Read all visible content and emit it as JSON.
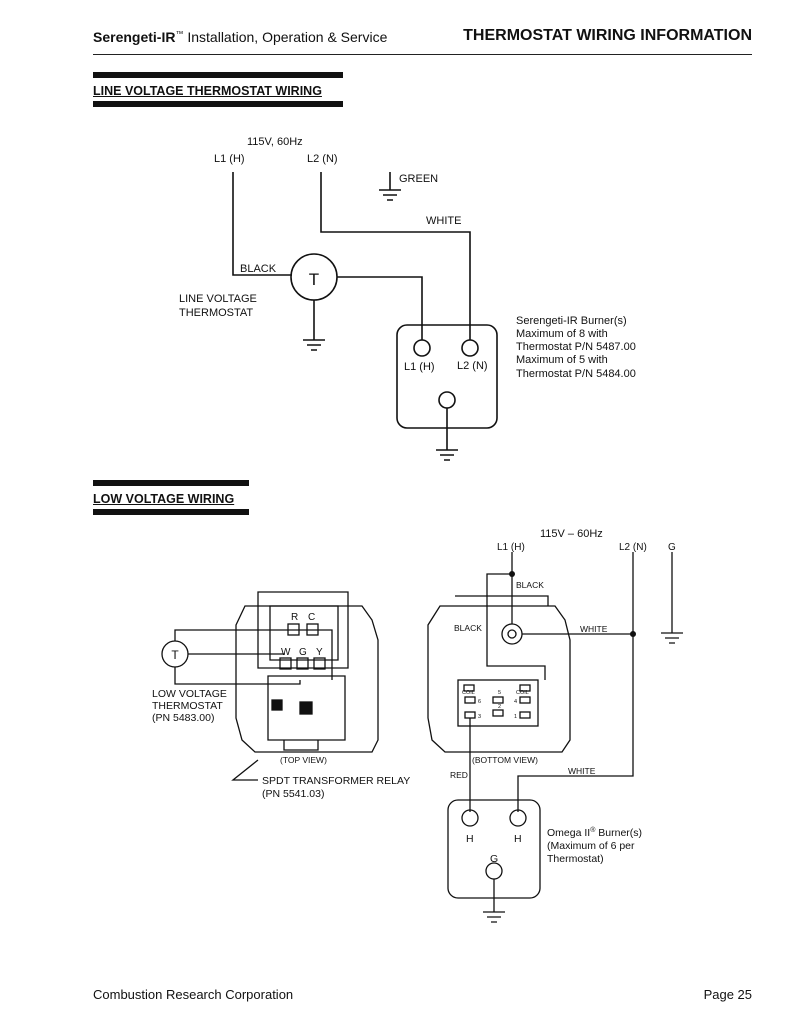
{
  "header": {
    "brand": "Serengeti-IR",
    "tm": "™",
    "subtitle": " Installation, Operation & Service",
    "section": "THERMOSTAT WIRING INFORMATION"
  },
  "line_voltage": {
    "title": "LINE VOLTAGE THERMOSTAT WIRING",
    "supply": "115V, 60Hz",
    "l1": "L1 (H)",
    "l2": "L2 (N)",
    "green": "GREEN",
    "white": "WHITE",
    "black": "BLACK",
    "t": "T",
    "thermostat_label_1": "LINE VOLTAGE",
    "thermostat_label_2": "THERMOSTAT",
    "burner_l1": "L1 (H)",
    "burner_l2": "L2 (N)",
    "burner_note": [
      "Serengeti-IR Burner(s)",
      "Maximum of 8 with",
      "Thermostat P/N 5487.00",
      "Maximum of 5 with",
      "Thermostat P/N 5484.00"
    ]
  },
  "low_voltage": {
    "title": "LOW VOLTAGE WIRING",
    "supply": "115V – 60Hz",
    "l1": "L1 (H)",
    "l2": "L2 (N)",
    "g": "G",
    "black_top": "BLACK",
    "black_left": "BLACK",
    "white_right": "WHITE",
    "white_bottom": "WHITE",
    "red": "RED",
    "t": "T",
    "terminals": [
      "R",
      "C",
      "W",
      "G",
      "Y"
    ],
    "thermostat_label": [
      "LOW VOLTAGE",
      "THERMOSTAT",
      "(PN 5483.00)"
    ],
    "top_view": "(TOP VIEW)",
    "bottom_view": "(BOTTOM VIEW)",
    "relay_label": [
      "SPDT TRANSFORMER RELAY",
      "(PN 5541.03)"
    ],
    "relay_pins": [
      "COIL",
      "COIL",
      "5",
      "6",
      "4",
      "2",
      "3",
      "1"
    ],
    "burner_h1": "H",
    "burner_h2": "H",
    "burner_g": "G",
    "omega_name": "Omega II",
    "omega_reg": "®",
    "omega_note": [
      " Burner(s)",
      "(Maximum of 6 per",
      "Thermostat)"
    ]
  },
  "footer": {
    "company": "Combustion Research Corporation",
    "page": "Page 25"
  }
}
